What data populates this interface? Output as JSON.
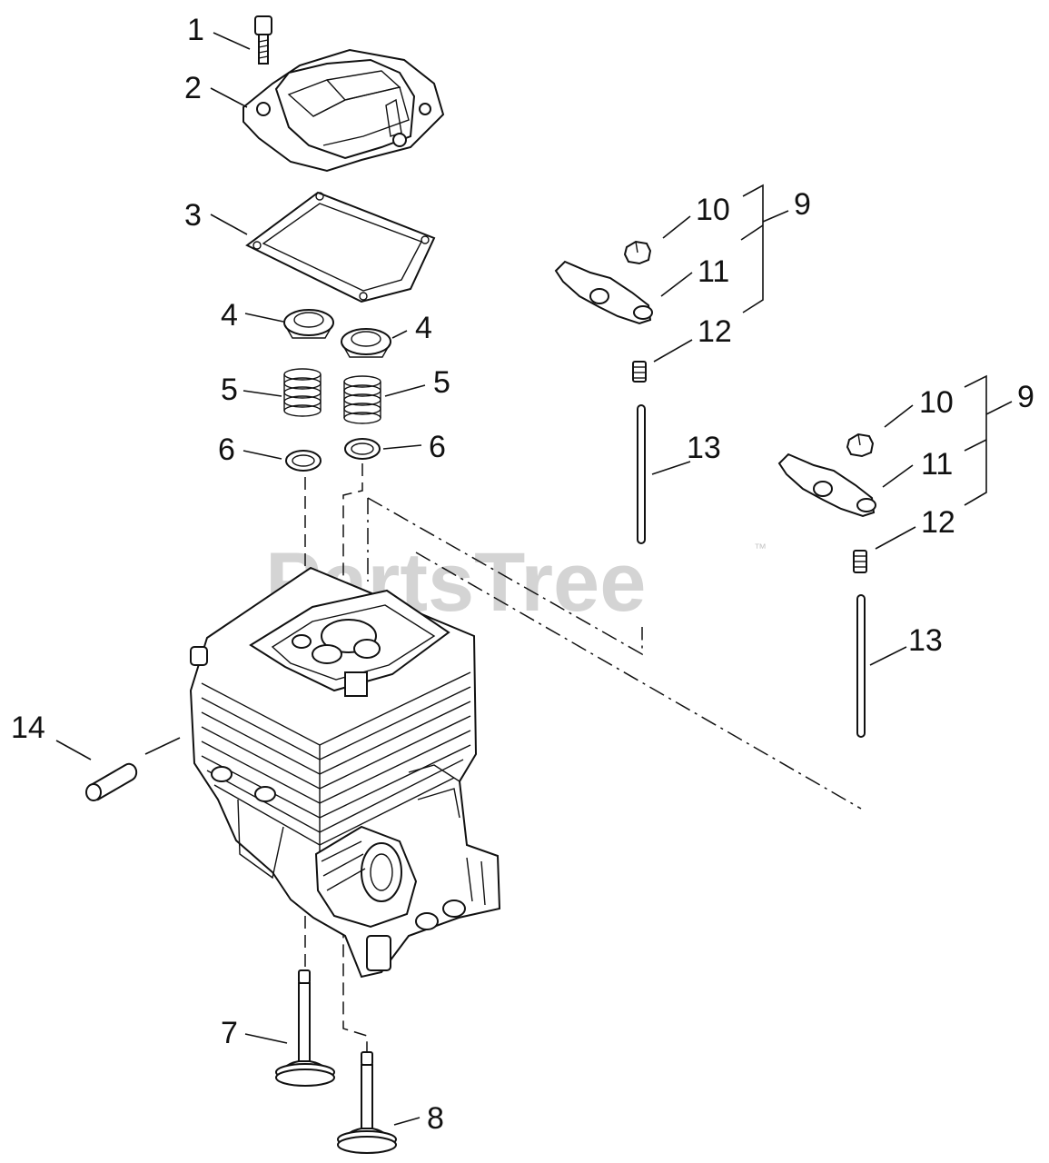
{
  "watermark": "PartsTree",
  "trademark": "™",
  "callouts": {
    "c1": "1",
    "c2": "2",
    "c3": "3",
    "c4a": "4",
    "c4b": "4",
    "c5a": "5",
    "c5b": "5",
    "c6a": "6",
    "c6b": "6",
    "c7": "7",
    "c8": "8",
    "c9a": "9",
    "c10a": "10",
    "c11a": "11",
    "c12a": "12",
    "c13a": "13",
    "c9b": "9",
    "c10b": "10",
    "c11b": "11",
    "c12b": "12",
    "c13b": "13",
    "c14": "14"
  }
}
